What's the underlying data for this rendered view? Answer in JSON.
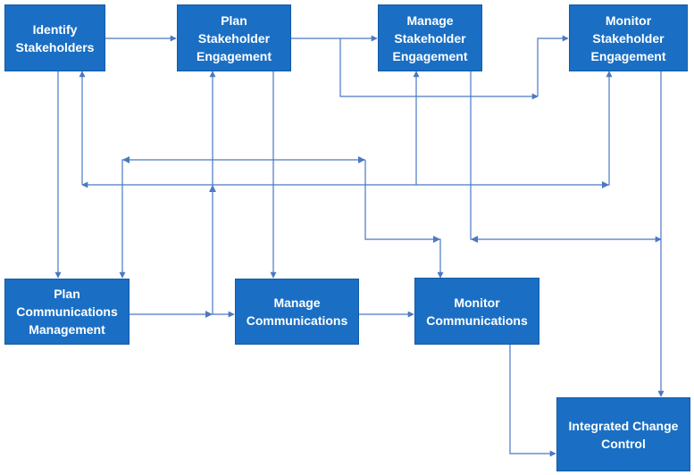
{
  "boxes": {
    "identify_stakeholders": [
      "Identify",
      "Stakeholders"
    ],
    "plan_stakeholder_engagement": [
      "Plan",
      "Stakeholder",
      "Engagement"
    ],
    "manage_stakeholder_engagement": [
      "Manage",
      "Stakeholder",
      "Engagement"
    ],
    "monitor_stakeholder_engagement": [
      "Monitor",
      "Stakeholder",
      "Engagement"
    ],
    "plan_communications_management": [
      "Plan",
      "Communications",
      "Management"
    ],
    "manage_communications": [
      "Manage",
      "Communications"
    ],
    "monitor_communications": [
      "Monitor",
      "Communications"
    ],
    "integrated_change_control": [
      "Integrated Change",
      "Control"
    ]
  },
  "colors": {
    "box_fill": "#1a6fc4",
    "box_text": "#ffffff",
    "connector": "#4a78c4"
  }
}
